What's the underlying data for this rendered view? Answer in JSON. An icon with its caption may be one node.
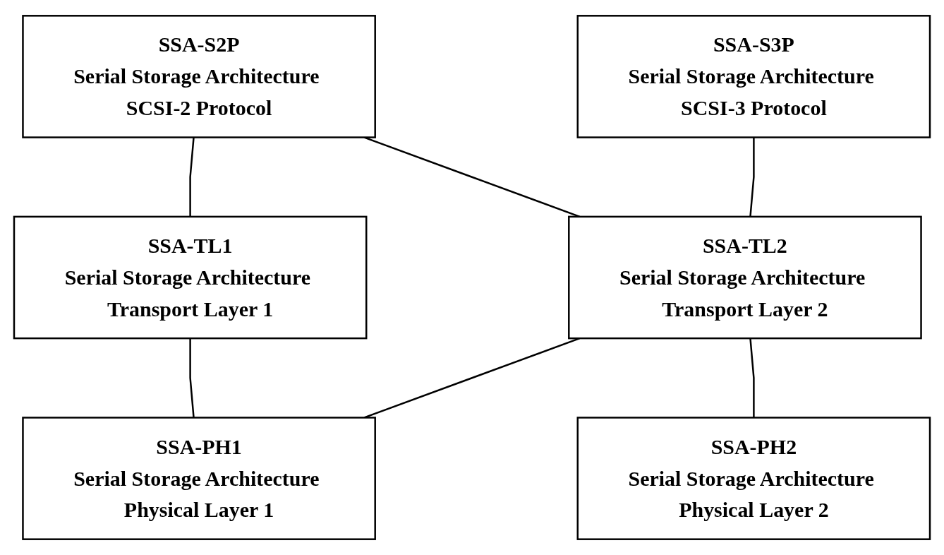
{
  "diagram": {
    "nodes": [
      {
        "text": [
          "SSA-S2P",
          "Serial Storage Architecture SCSI-2 Protocol"
        ]
      },
      {
        "text": [
          "SSA-S3P",
          "Serial Storage Architecture SCSI-3 Protocol"
        ]
      },
      {
        "text": [
          "SSA-TL1",
          "Serial Storage Architecture Transport Layer 1"
        ]
      },
      {
        "text": [
          "SSA-TL2",
          "Serial Storage Architecture Transport Layer 2"
        ]
      },
      {
        "text": [
          "SSA-PH1",
          "Serial Storage Architecture Physical Layer 1"
        ]
      },
      {
        "text": [
          "SSA-PH2",
          "Serial Storage Architecture Physical Layer 2"
        ]
      }
    ],
    "edges": [
      {
        "from": 0,
        "to": 2,
        "arrow": "none"
      },
      {
        "from": 0,
        "to": 3,
        "arrow": "none"
      },
      {
        "from": 1,
        "to": 3,
        "arrow": "none"
      },
      {
        "from": 2,
        "to": 4,
        "arrow": "none"
      },
      {
        "from": 3,
        "to": 4,
        "arrow": "none"
      },
      {
        "from": 3,
        "to": 5,
        "arrow": "none"
      }
    ]
  }
}
